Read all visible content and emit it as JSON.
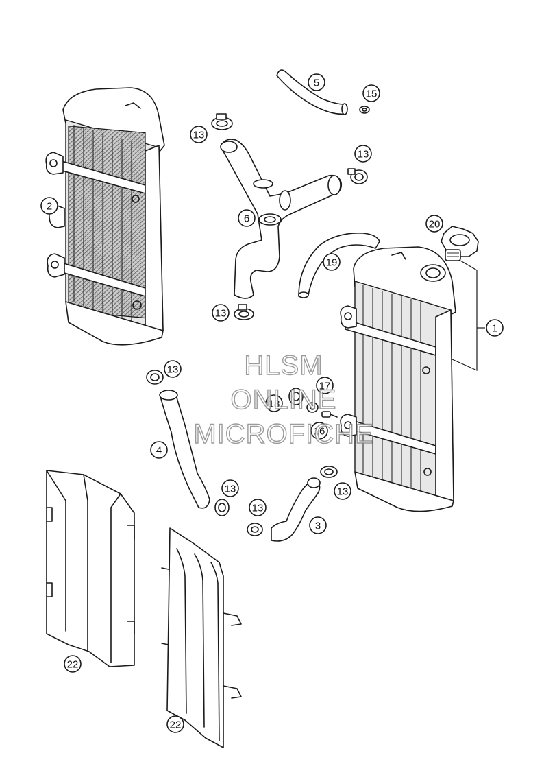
{
  "callouts": [
    {
      "id": "c1",
      "label": "1"
    },
    {
      "id": "c2",
      "label": "2"
    },
    {
      "id": "c3",
      "label": "3"
    },
    {
      "id": "c4",
      "label": "4"
    },
    {
      "id": "c5",
      "label": "5"
    },
    {
      "id": "c6",
      "label": "6"
    },
    {
      "id": "c13a",
      "label": "13"
    },
    {
      "id": "c13b",
      "label": "13"
    },
    {
      "id": "c13c",
      "label": "13"
    },
    {
      "id": "c13d",
      "label": "13"
    },
    {
      "id": "c13e",
      "label": "13"
    },
    {
      "id": "c13f",
      "label": "13"
    },
    {
      "id": "c13g",
      "label": "13"
    },
    {
      "id": "c15",
      "label": "15"
    },
    {
      "id": "c16",
      "label": "16"
    },
    {
      "id": "c17",
      "label": "17"
    },
    {
      "id": "c18",
      "label": "18"
    },
    {
      "id": "c19",
      "label": "19"
    },
    {
      "id": "c20",
      "label": "20"
    },
    {
      "id": "c22a",
      "label": "22"
    },
    {
      "id": "c22b",
      "label": "22"
    }
  ],
  "watermark": {
    "line1": "HLSM",
    "line2": "ONLINE",
    "line3": "MICROFICHE"
  }
}
